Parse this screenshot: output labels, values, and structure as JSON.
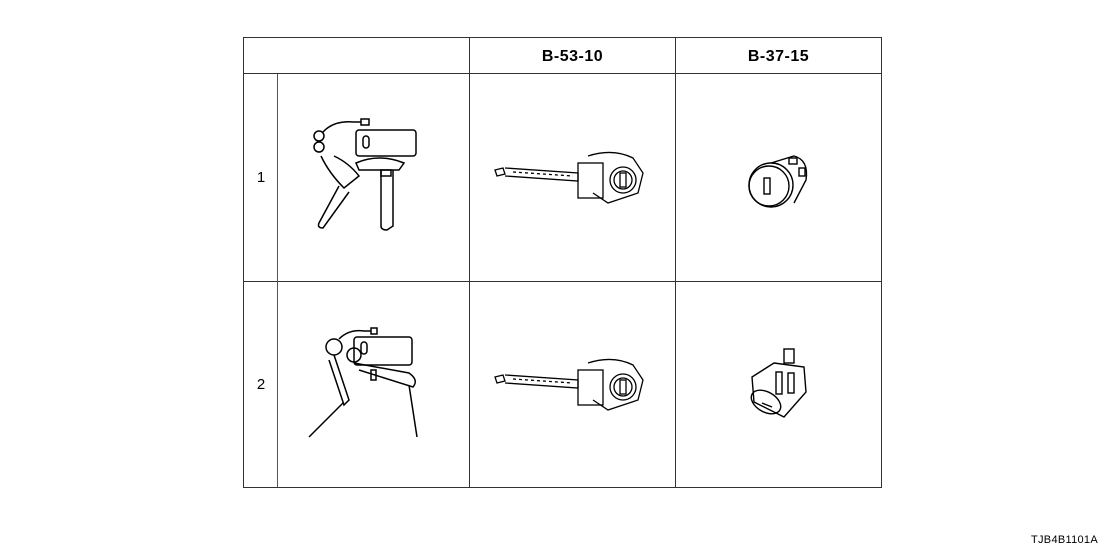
{
  "table": {
    "columns": [
      "",
      "B-53-10",
      "B-37-15"
    ],
    "rows": [
      {
        "number": "1",
        "key": "key-set-blade-folding",
        "b5310": "steering-lock-assembly",
        "b3715": "ignition-cylinder"
      },
      {
        "number": "2",
        "key": "key-set-blank-keys",
        "b5310": "steering-lock-assembly",
        "b3715": "ignition-cylinder-angled"
      }
    ]
  },
  "footer": {
    "diagram_code": "TJB4B1101A"
  }
}
